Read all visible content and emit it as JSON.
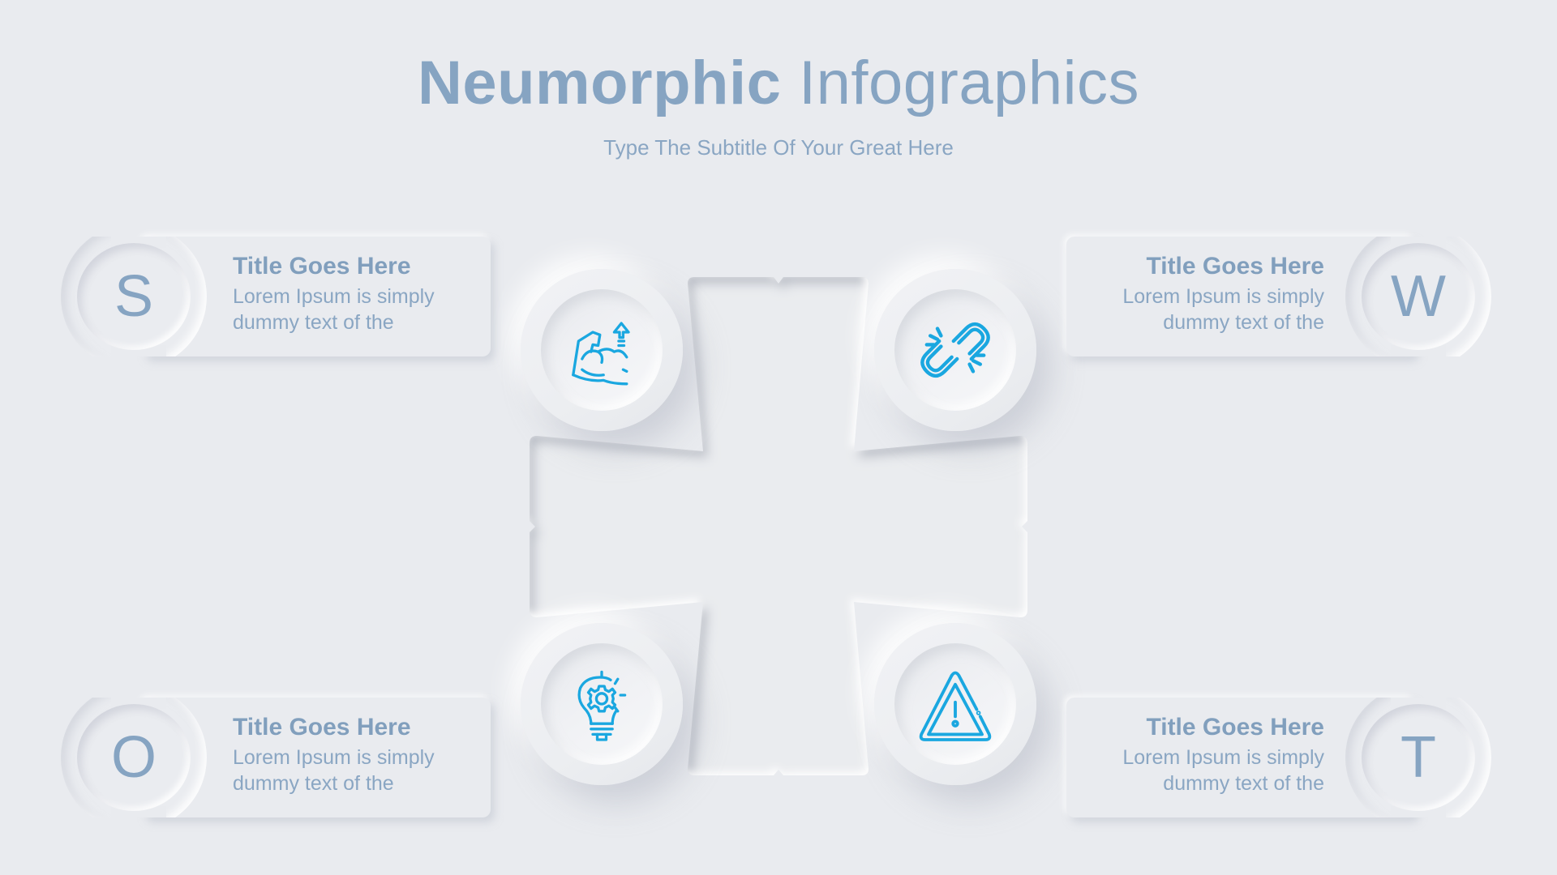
{
  "header": {
    "title_bold": "Neumorphic",
    "title_light": "Infographics",
    "subtitle": "Type The Subtitle Of Your Great Here"
  },
  "colors": {
    "background": "#e9ebef",
    "text_primary": "#819fbd",
    "text_secondary": "#8aa6c3",
    "icon_accent": "#1aa7e0"
  },
  "swot": [
    {
      "letter": "S",
      "title": "Title Goes Here",
      "body_line1": "Lorem Ipsum is simply",
      "body_line2": "dummy text of the",
      "icon": "flexed-arm-strength-icon"
    },
    {
      "letter": "W",
      "title": "Title Goes Here",
      "body_line1": "Lorem Ipsum is simply",
      "body_line2": "dummy text of the",
      "icon": "broken-link-icon"
    },
    {
      "letter": "O",
      "title": "Title Goes Here",
      "body_line1": "Lorem Ipsum is simply",
      "body_line2": "dummy text of the",
      "icon": "lightbulb-gear-icon"
    },
    {
      "letter": "T",
      "title": "Title Goes Here",
      "body_line1": "Lorem Ipsum is simply",
      "body_line2": "dummy text of the",
      "icon": "warning-triangle-icon"
    }
  ]
}
